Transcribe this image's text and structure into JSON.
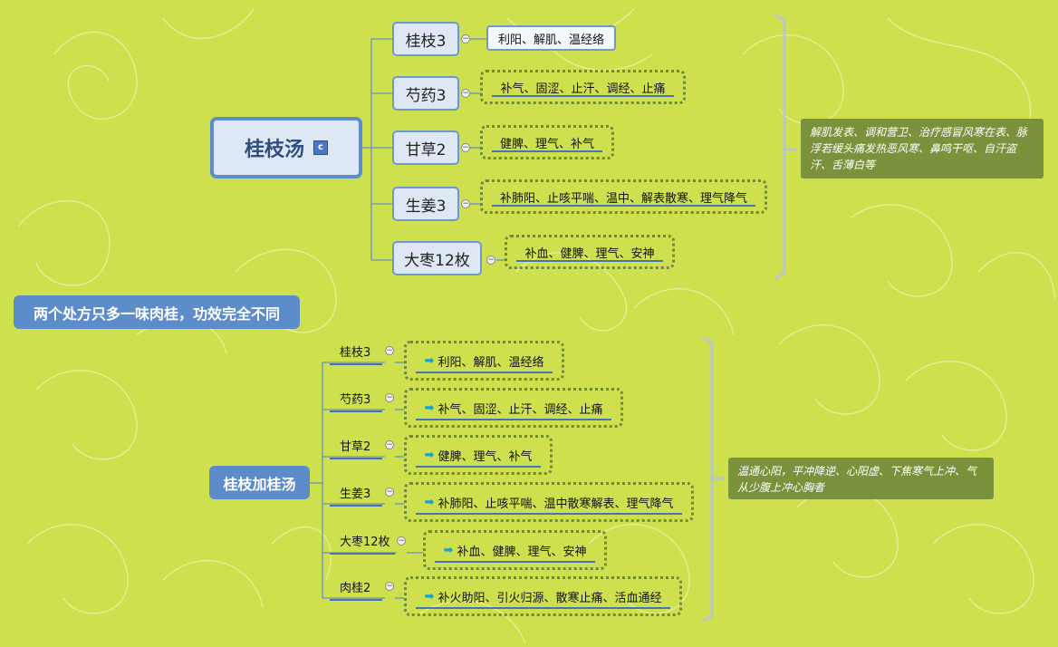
{
  "upper": {
    "root": {
      "label": "桂枝汤",
      "marker": "c"
    },
    "branches": [
      {
        "herb": "桂枝3",
        "effect": "利阳、解肌、温经络"
      },
      {
        "herb": "芍药3",
        "effect": "补气、固涩、止汗、调经、止痛"
      },
      {
        "herb": "甘草2",
        "effect": "健脾、理气、补气"
      },
      {
        "herb": "生姜3",
        "effect": "补肺阳、止咳平喘、温中、解表散寒、理气降气"
      },
      {
        "herb": "大枣12枚",
        "effect": "补血、健脾、理气、安神"
      }
    ],
    "summary": "解肌发表、调和营卫、治疗感冒风寒在表、脉浮若缓头痛发热恶风寒、鼻鸣干呕、自汗盗汗、舌薄白等"
  },
  "title": "两个处方只多一味肉桂，功效完全不同",
  "lower": {
    "root": {
      "label": "桂枝加桂汤"
    },
    "branches": [
      {
        "herb": "桂枝3",
        "effect": "利阳、解肌、温经络"
      },
      {
        "herb": "芍药3",
        "effect": "补气、固涩、止汗、调经、止痛"
      },
      {
        "herb": "甘草2",
        "effect": "健脾、理气、补气"
      },
      {
        "herb": "生姜3",
        "effect": "补肺阳、止咳平喘、温中散寒解表、理气降气"
      },
      {
        "herb": "大枣12枚",
        "effect": "补血、健脾、理气、安神"
      },
      {
        "herb": "肉桂2",
        "effect": "补火助阳、引火归源、散寒止痛、活血通经"
      }
    ],
    "summary": "温通心阳，平冲降逆、心阳虚、下焦寒气上冲、气从少腹上冲心胸者"
  },
  "icons": {
    "toggle": "collapse-icon",
    "arrow": "arrow-right-icon"
  },
  "colors": {
    "background": "#cfe04f",
    "node": "#dde8f4",
    "accent": "#5d8ccb",
    "note": "#7a923c"
  }
}
